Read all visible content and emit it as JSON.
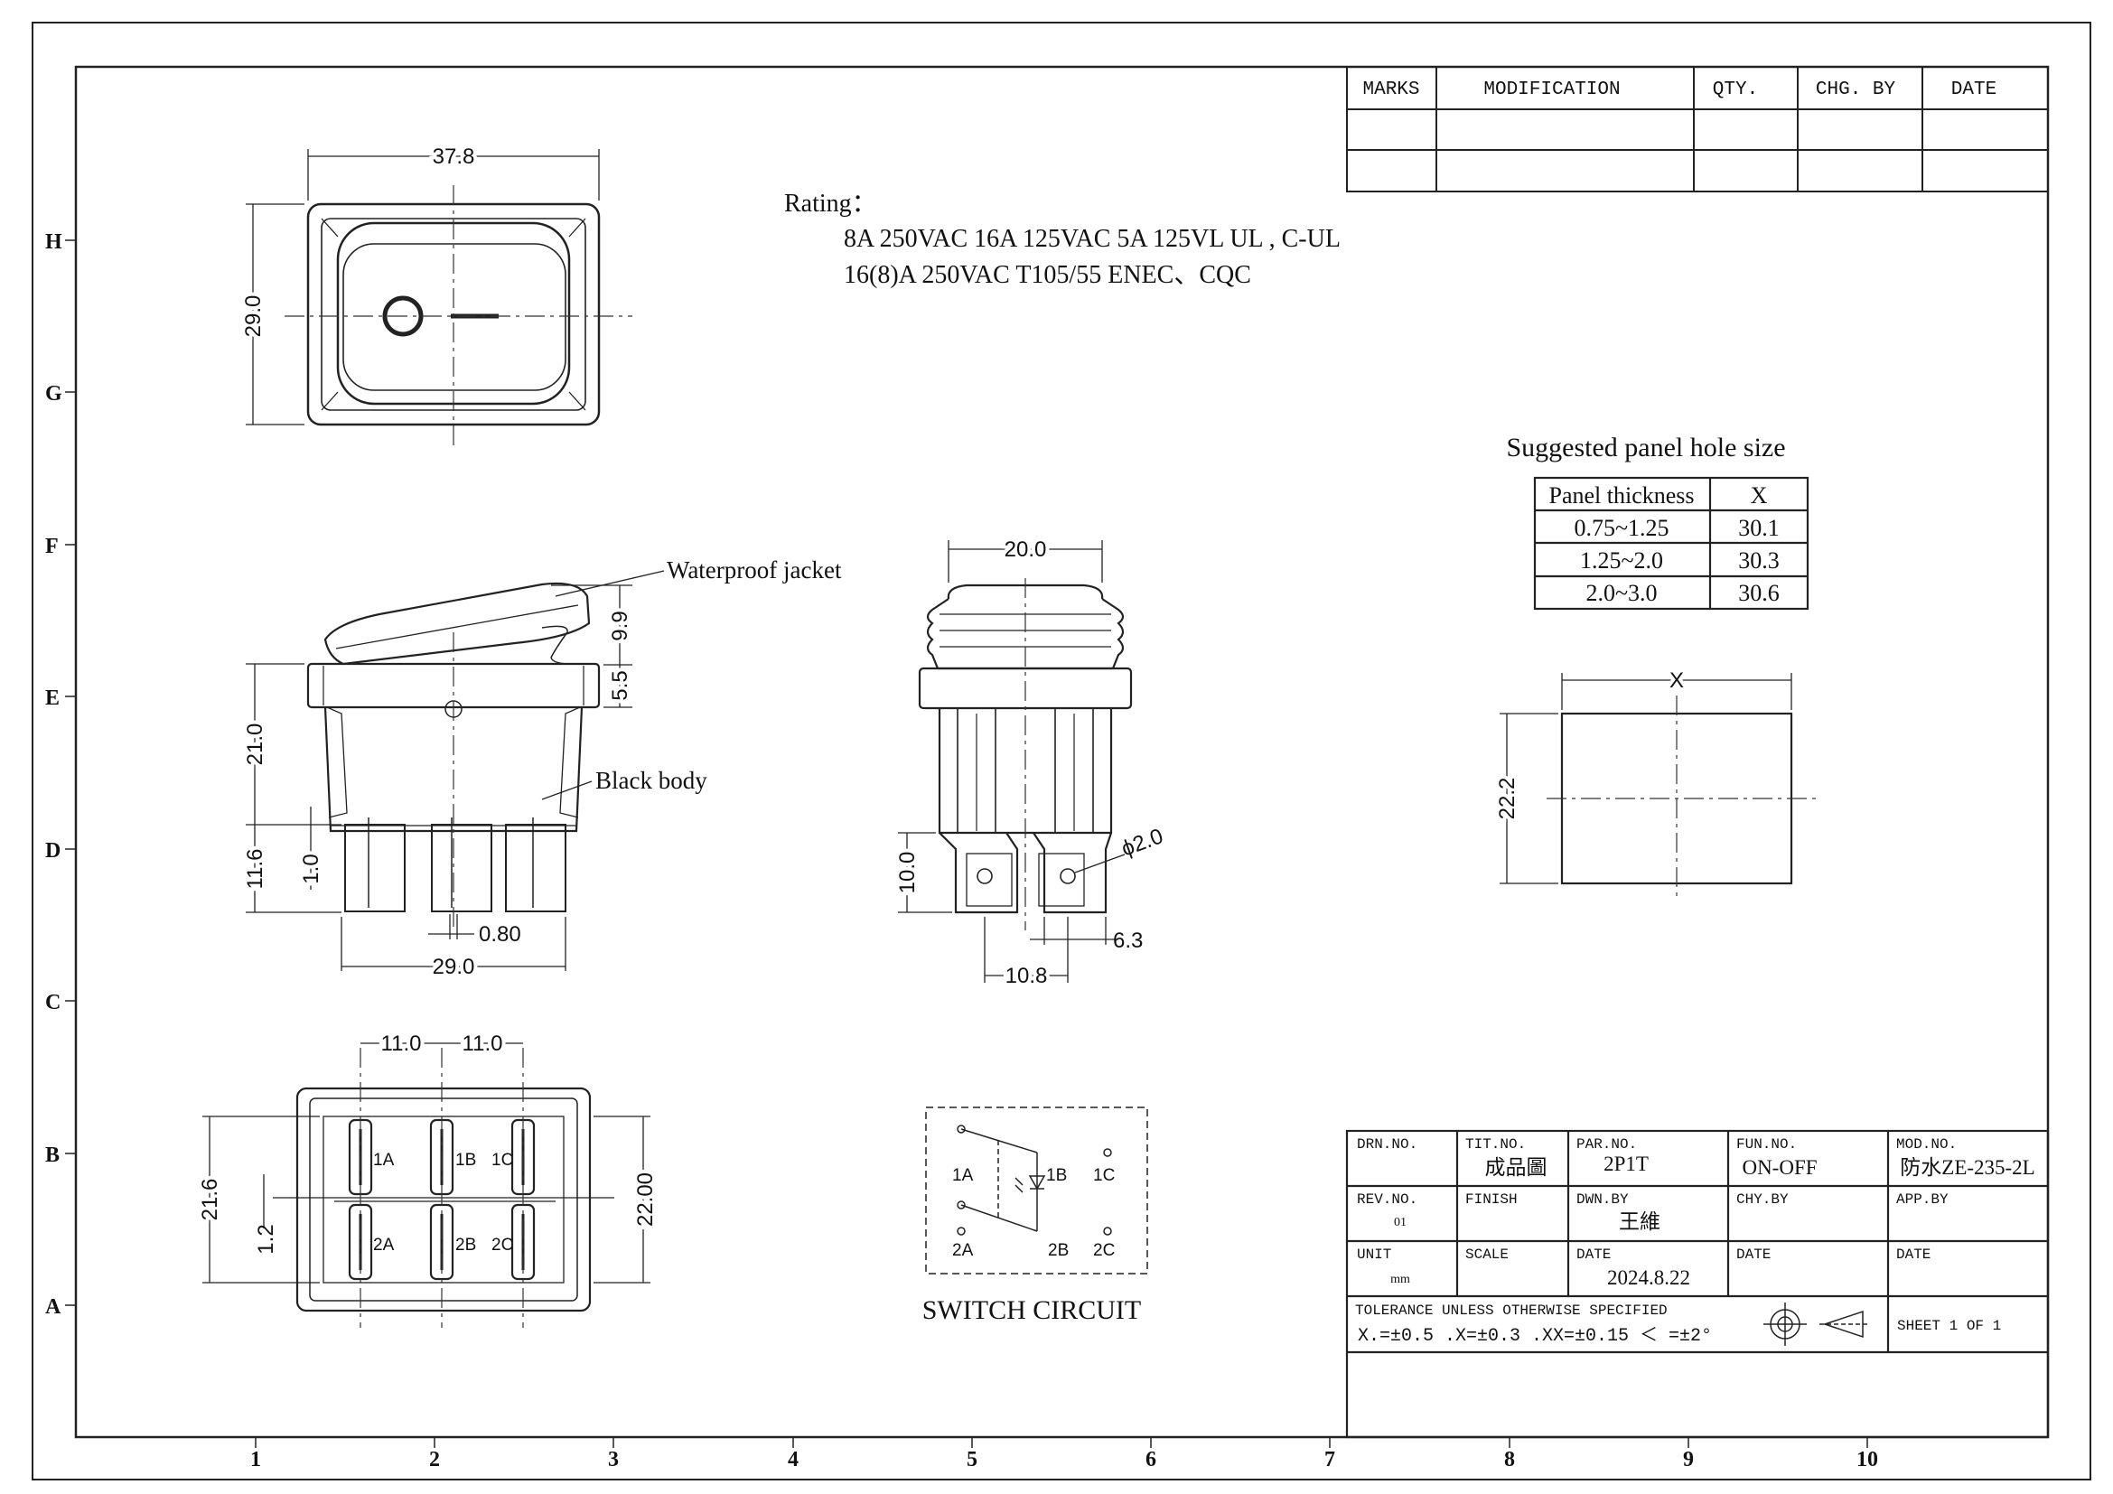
{
  "grid": {
    "rows": [
      "H",
      "G",
      "F",
      "E",
      "D",
      "C",
      "B",
      "A"
    ],
    "cols": [
      "1",
      "2",
      "3",
      "4",
      "5",
      "6",
      "7",
      "8",
      "9",
      "10"
    ]
  },
  "revision_table": {
    "headers": [
      "MARKS",
      "MODIFICATION",
      "QTY.",
      "CHG. BY",
      "DATE"
    ]
  },
  "rating": {
    "label": "Rating：",
    "line1": "8A 250VAC  16A 125VAC  5A 125VL  UL , C-UL",
    "line2": "16(8)A 250VAC  T105/55  ENEC、CQC"
  },
  "top_view": {
    "width_dim": "37.8",
    "height_dim": "29.0"
  },
  "side_view": {
    "jacket_label": "Waterproof jacket",
    "body_label": "Black body",
    "dim_99": "9.9",
    "dim_55": "5.5",
    "dim_210": "21.0",
    "dim_116": "11.6",
    "dim_10": "1.0",
    "dim_080": "0.80",
    "dim_290": "29.0"
  },
  "front_view": {
    "dim_200": "20.0",
    "dim_100": "10.0",
    "dim_phi": "ϕ2.0",
    "dim_108": "10.8",
    "dim_63": "6.3"
  },
  "bottom_view": {
    "dim_110a": "11.0",
    "dim_110b": "11.0",
    "dim_216": "21.6",
    "dim_12": "1.2",
    "dim_2200": "22.00",
    "terminals": [
      "1A",
      "1B",
      "1C",
      "2A",
      "2B",
      "2C"
    ]
  },
  "switch_circuit": {
    "title": "SWITCH  CIRCUIT",
    "labels": [
      "1A",
      "1B",
      "1C",
      "2A",
      "2B",
      "2C"
    ]
  },
  "panel_hole": {
    "title": "Suggested panel hole size",
    "headers": [
      "Panel thickness",
      "X"
    ],
    "rows": [
      [
        "0.75~1.25",
        "30.1"
      ],
      [
        "1.25~2.0",
        "30.3"
      ],
      [
        "2.0~3.0",
        "30.6"
      ]
    ],
    "x_label": "X",
    "height_dim": "22.2"
  },
  "title_block": {
    "drn_no_label": "DRN.NO.",
    "tit_no_label": "TIT.NO.",
    "tit_no_value": "成品圖",
    "par_no_label": "PAR.NO.",
    "par_no_value": "2P1T",
    "fun_no_label": "FUN.NO.",
    "fun_no_value": "ON-OFF",
    "mod_no_label": "MOD.NO.",
    "mod_no_value": "防水ZE-235-2L",
    "rev_no_label": "REV.NO.",
    "rev_no_value": "01",
    "finish_label": "FINISH",
    "dwn_by_label": "DWN.BY",
    "dwn_by_value": "王維",
    "chy_by_label": "CHY.BY",
    "app_by_label": "APP.BY",
    "unit_label": "UNIT",
    "unit_value": "mm",
    "scale_label": "SCALE",
    "date_label": "DATE",
    "date_value": "2024.8.22",
    "tolerance_label": "TOLERANCE  UNLESS  OTHERWISE  SPECIFIED",
    "tolerance_values": "X.=±0.5    .X=±0.3    .XX=±0.15     ＜ =±2°",
    "sheet": "SHEET  1 OF 1"
  }
}
